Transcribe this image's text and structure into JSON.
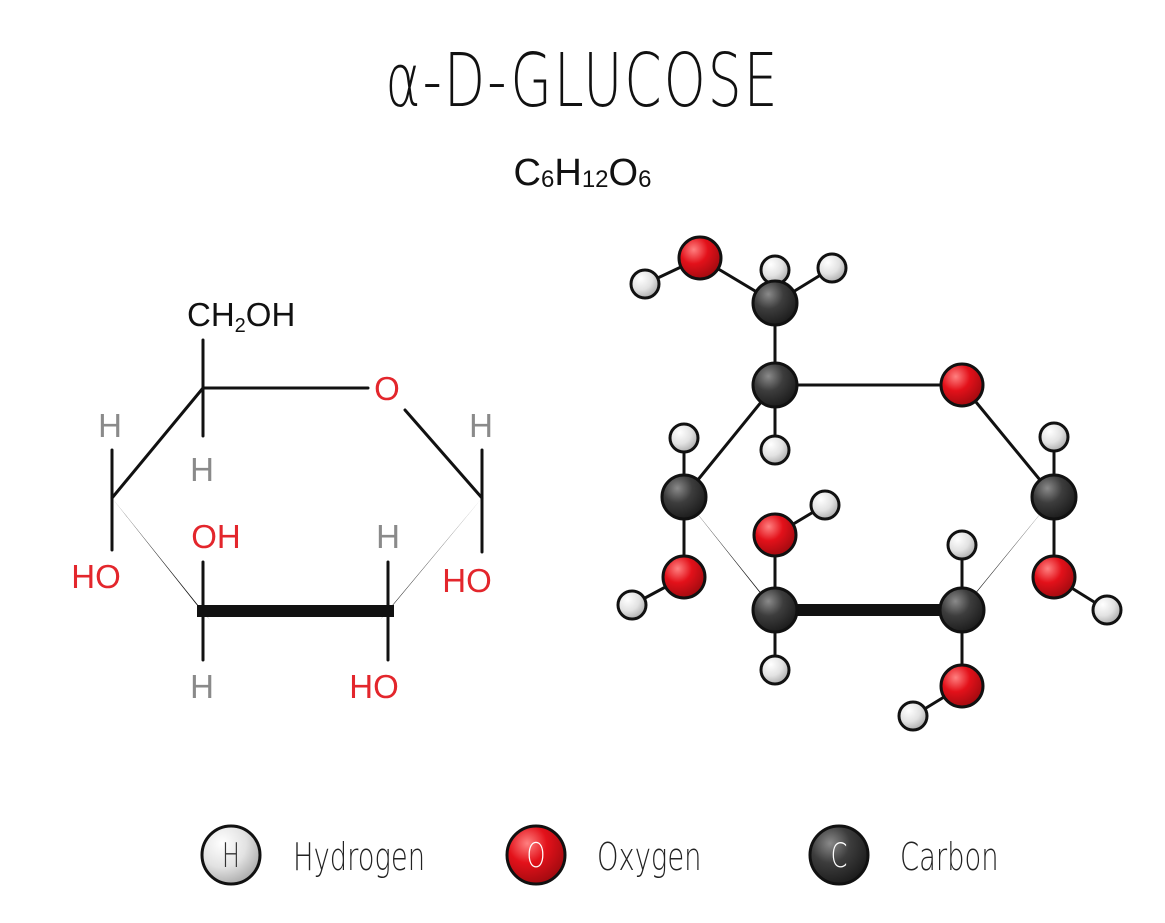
{
  "title": "α-D-GLUCOSE",
  "formula": {
    "parts": [
      {
        "text": "C",
        "sub": "6"
      },
      {
        "text": "H",
        "sub": "12"
      },
      {
        "text": "O",
        "sub": "6"
      }
    ]
  },
  "structural_formula": {
    "ch2oh": {
      "main": "CH",
      "sub": "2",
      "tail": "OH"
    },
    "ring_oxygen": "O",
    "labels": {
      "h_top_left": "H",
      "h_c4": "H",
      "h_right_top": "H",
      "oh_c3": "OH",
      "h_c2": "H",
      "ho_c4": "HO",
      "ho_c1": "HO",
      "h_c3_bottom": "H",
      "ho_c2_bottom": "HO"
    }
  },
  "colors": {
    "hydrogen": "#d9d9d9",
    "oxygen": "#e3111a",
    "carbon": "#3b3b3b",
    "label_red": "#e3262c",
    "label_grey": "#8a8a8a"
  },
  "legend": [
    {
      "symbol": "H",
      "label": "Hydrogen"
    },
    {
      "symbol": "O",
      "label": "Oxygen"
    },
    {
      "symbol": "C",
      "label": "Carbon"
    }
  ]
}
